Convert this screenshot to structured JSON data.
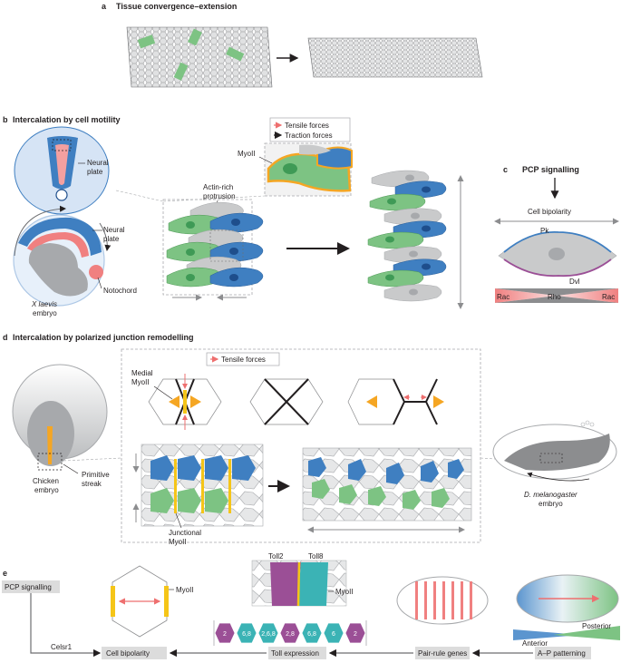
{
  "panel_a": {
    "letter": "a",
    "title": "Tissue convergence–extension"
  },
  "panel_b": {
    "letter": "b",
    "title": "Intercalation by cell motility",
    "neural_plate_1": "Neural",
    "neural_plate_2": "plate",
    "neural_plate2_1": "Neural",
    "neural_plate2_2": "plate",
    "notochord": "Notochord",
    "embryo_1": "X laevis",
    "embryo_2": "embryo",
    "actin_1": "Actin-rich",
    "actin_2": "protrusion",
    "myoii": "MyoII",
    "legend_tensile": "Tensile forces",
    "legend_traction": "Traction forces"
  },
  "panel_c": {
    "letter": "c",
    "title": "PCP signalling",
    "bipolarity": "Cell bipolarity",
    "pk": "Pk",
    "dvl": "Dvl",
    "rac_left": "Rac",
    "rho": "Rho",
    "rac_right": "Rac"
  },
  "panel_d": {
    "letter": "d",
    "title": "Intercalation by polarized junction remodelling",
    "tensile": "Tensile forces",
    "medial_1": "Medial",
    "medial_2": "MyoII",
    "chicken_1": "Chicken",
    "chicken_2": "embryo",
    "streak_1": "Primitive",
    "streak_2": "streak",
    "junc_1": "Junctional",
    "junc_2": "MyoII",
    "dmel_1": "D. melanogaster",
    "dmel_2": "embryo"
  },
  "panel_e": {
    "letter": "e",
    "pcp": "PCP signalling",
    "celsr1": "Celsr1",
    "cell_bipolarity": "Cell bipolarity",
    "toll_expression": "Toll expression",
    "pair_rule": "Pair-rule genes",
    "ap": "A–P patterning",
    "myoii_hex": "MyoII",
    "toll2": "Toll2",
    "toll8": "Toll8",
    "myoii_toll": "MyoII",
    "posterior": "Posterior",
    "anterior": "Anterior",
    "strip": [
      "2",
      "6,8",
      "2,6,8",
      "2,8",
      "6,8",
      "6",
      "2"
    ]
  },
  "colors": {
    "green": "#7dc383",
    "blue": "#3f7fc1",
    "grey": "#c9cacb",
    "orange": "#f5a623",
    "yellow": "#f5c518",
    "red": "#f08080",
    "purple": "#9b4f96",
    "teal": "#3bb3b5",
    "label_bg": "#dcdcdc"
  }
}
